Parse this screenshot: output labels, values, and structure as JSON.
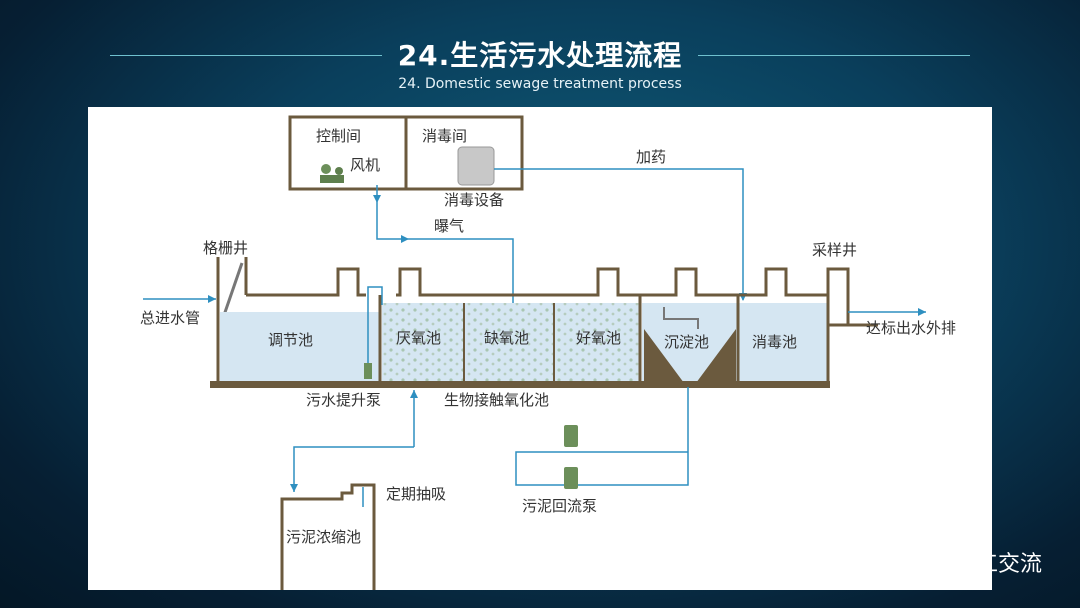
{
  "header": {
    "title": "24.生活污水处理流程",
    "subtitle": "24. Domestic sewage treatment process"
  },
  "diagram": {
    "control_room": "控制间",
    "blower": "风机",
    "disinfect_room": "消毒间",
    "disinfect_equipment": "消毒设备",
    "dosing": "加药",
    "aeration": "曝气",
    "grille_well": "格栅井",
    "sampling_well": "采样井",
    "inlet_pipe": "总进水管",
    "outlet": "达标出水外排",
    "tanks": [
      "调节池",
      "厌氧池",
      "缺氧池",
      "好氧池",
      "沉淀池",
      "消毒池"
    ],
    "lift_pump": "污水提升泵",
    "bio_tank": "生物接触氧化池",
    "sludge_return_pump": "污泥回流泵",
    "sludge_thickener": "污泥浓缩池",
    "periodic_suction": "定期抽吸"
  },
  "watermark": {
    "text": "化工交流",
    "icon": "wechat-icon"
  }
}
